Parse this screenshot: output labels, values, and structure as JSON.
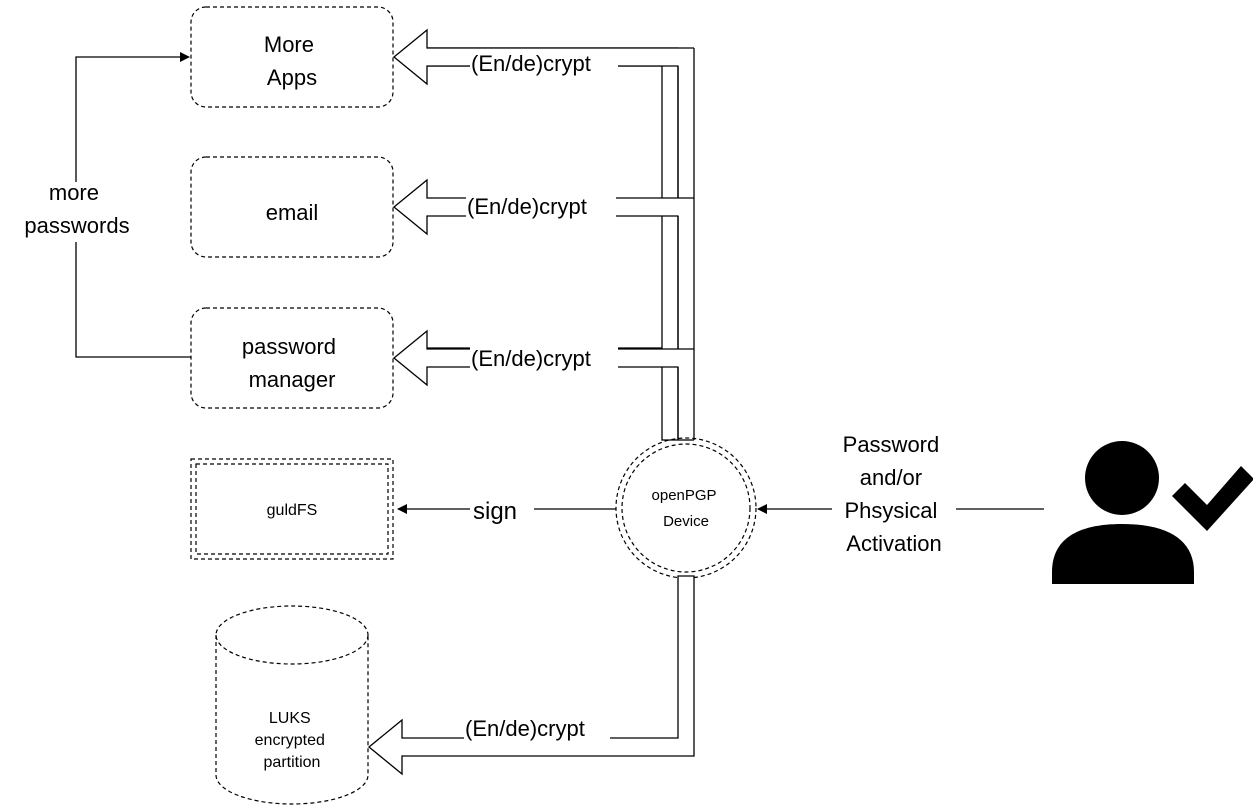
{
  "nodes": {
    "more_apps": [
      "More",
      "Apps"
    ],
    "email": "email",
    "password_manager": [
      "password",
      "manager"
    ],
    "guldfs": "guldFS",
    "luks": [
      "LUKS",
      "encrypted",
      "partition"
    ],
    "device": [
      "openPGP",
      "Device"
    ]
  },
  "edges": {
    "crypt_more_apps": "(En/de)crypt",
    "crypt_email": "(En/de)crypt",
    "crypt_password_manager": "(En/de)crypt",
    "crypt_luks": "(En/de)crypt",
    "sign": "sign",
    "more_passwords": [
      "more",
      "passwords"
    ],
    "activation": [
      "Password",
      "and/or",
      "Phsysical",
      "Activation"
    ]
  },
  "icons": {
    "user": "user-check-icon"
  }
}
